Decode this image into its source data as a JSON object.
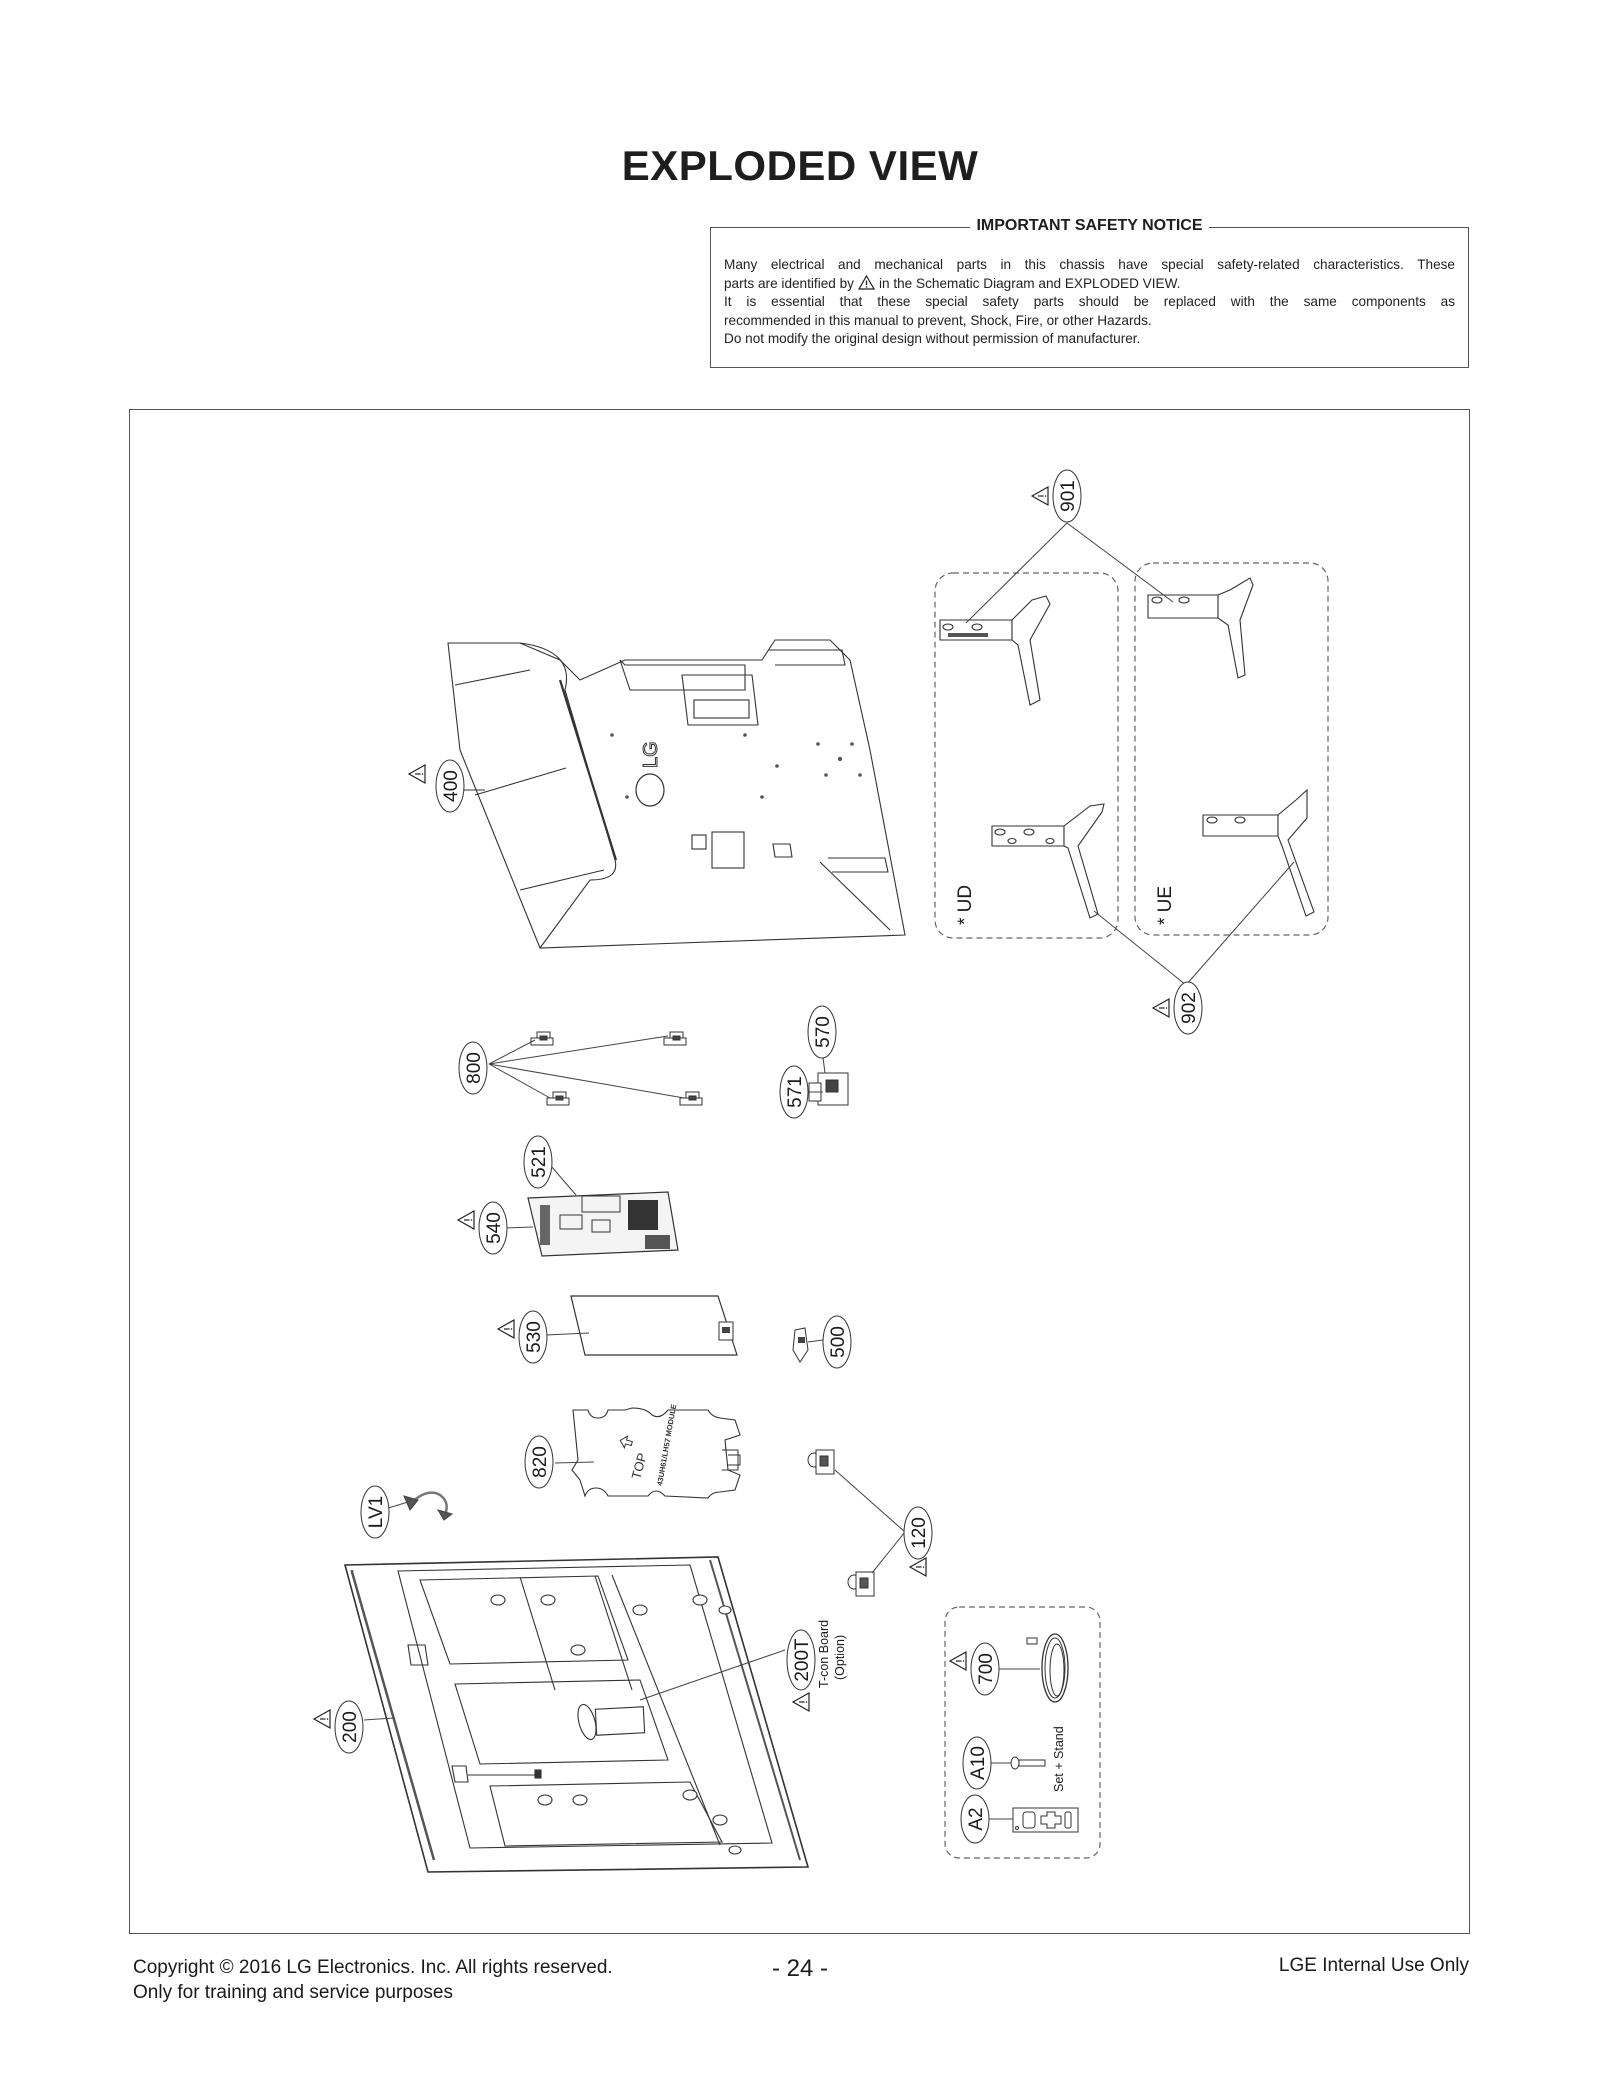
{
  "page": {
    "title": "EXPLODED VIEW"
  },
  "notice": {
    "heading": "IMPORTANT SAFETY NOTICE",
    "line1": "Many electrical and mechanical parts in this chassis have special safety-related characteristics. These",
    "line2_pre": "parts are identified by",
    "line2_icon": "warning-triangle-icon",
    "line2_post": "in the Schematic Diagram and EXPLODED VIEW.",
    "line3": "It is essential that these special safety parts should be replaced with the same components as",
    "line4": "recommended in this manual to prevent, Shock, Fire, or other Hazards.",
    "line5": "Do not modify the original design without permission of manufacturer."
  },
  "diagram": {
    "callouts": [
      {
        "id": "901",
        "label": "901",
        "safety": true,
        "part": "stand-neck"
      },
      {
        "id": "902",
        "label": "902",
        "safety": true,
        "part": "stand-base"
      },
      {
        "id": "400",
        "label": "400",
        "safety": true,
        "part": "back-cover"
      },
      {
        "id": "800",
        "label": "800",
        "safety": false,
        "part": "bracket"
      },
      {
        "id": "570",
        "label": "570",
        "safety": false,
        "part": "joystick-bracket"
      },
      {
        "id": "571",
        "label": "571",
        "safety": false,
        "part": "joystick"
      },
      {
        "id": "521",
        "label": "521",
        "safety": false,
        "part": "main-board-bracket"
      },
      {
        "id": "540",
        "label": "540",
        "safety": true,
        "part": "main-board"
      },
      {
        "id": "530",
        "label": "530",
        "safety": true,
        "part": "power-board"
      },
      {
        "id": "500",
        "label": "500",
        "safety": false,
        "part": "ir-board"
      },
      {
        "id": "820",
        "label": "820",
        "safety": false,
        "part": "insulator-sheet"
      },
      {
        "id": "LV1",
        "label": "LV1",
        "safety": false,
        "part": "cable"
      },
      {
        "id": "120",
        "label": "120",
        "safety": true,
        "part": "speaker"
      },
      {
        "id": "200T",
        "label": "200T",
        "safety": true,
        "part": "t-con-board",
        "note": [
          "T-con Board",
          "(Option)"
        ]
      },
      {
        "id": "200",
        "label": "200",
        "safety": true,
        "part": "lcd-module"
      },
      {
        "id": "700",
        "label": "700",
        "safety": true,
        "part": "power-cord"
      },
      {
        "id": "A10",
        "label": "A10",
        "safety": false,
        "part": "screw"
      },
      {
        "id": "A2",
        "label": "A2",
        "safety": false,
        "part": "remote-control"
      }
    ],
    "variants": {
      "ud": "* UD",
      "ue": "* UE"
    },
    "accessory_note": "Set + Stand",
    "back_cover_logo": "LG",
    "sheet_top_label": "TOP",
    "sheet_module_text": "43UH61/LH57 MODULE"
  },
  "footer": {
    "copyright": "Copyright  © 2016 LG Electronics. Inc. All rights reserved.",
    "purpose": "Only for training and service purposes",
    "page_number": "- 24 -",
    "classification": "LGE Internal Use Only"
  }
}
